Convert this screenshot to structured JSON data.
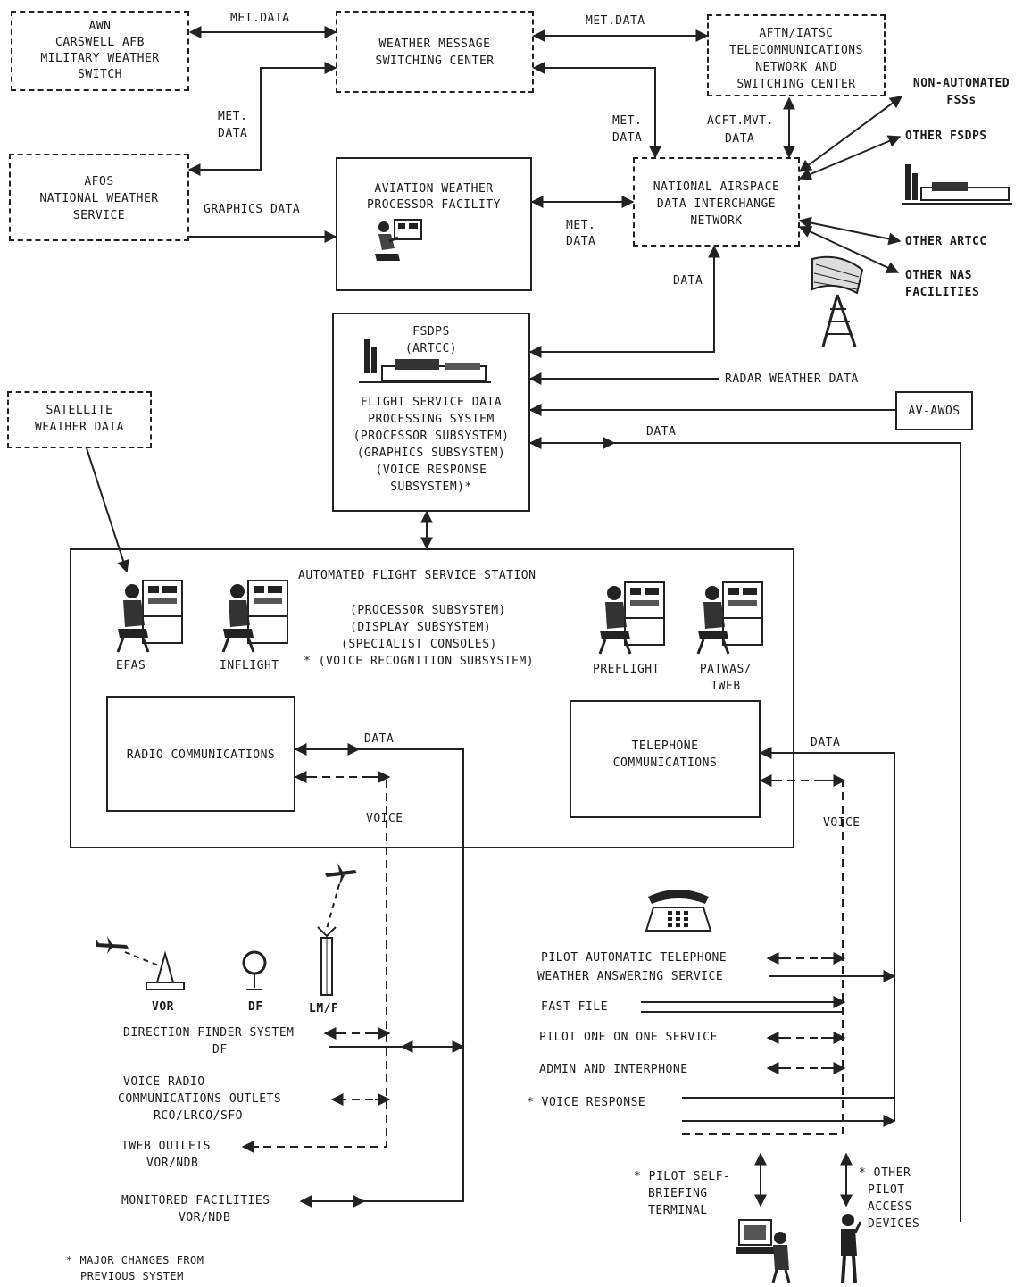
{
  "boxes": {
    "awn": [
      "AWN",
      "CARSWELL AFB",
      "MILITARY WEATHER",
      "SWITCH"
    ],
    "wmsc": [
      "WEATHER MESSAGE",
      "SWITCHING CENTER"
    ],
    "aftn": [
      "AFTN/IATSC",
      "TELECOMMUNICATIONS",
      "NETWORK AND",
      "SWITCHING CENTER"
    ],
    "afos": [
      "AFOS",
      "NATIONAL WEATHER",
      "SERVICE"
    ],
    "awpf": [
      "AVIATION WEATHER",
      "PROCESSOR FACILITY"
    ],
    "nadin": [
      "NATIONAL AIRSPACE",
      "DATA INTERCHANGE",
      "NETWORK"
    ],
    "fsdps": [
      "FSDPS",
      "(ARTCC)"
    ],
    "fsdps_desc": [
      "FLIGHT SERVICE DATA",
      "PROCESSING SYSTEM",
      "(PROCESSOR SUBSYSTEM)",
      "(GRAPHICS SUBSYSTEM)",
      "(VOICE RESPONSE",
      "SUBSYSTEM)*"
    ],
    "satellite": [
      "SATELLITE",
      "WEATHER DATA"
    ],
    "avawos": "AV-AWOS",
    "afss_title": "AUTOMATED FLIGHT SERVICE STATION",
    "afss_sub": [
      "(PROCESSOR SUBSYSTEM)",
      "(DISPLAY SUBSYSTEM)",
      "(SPECIALIST CONSOLES)",
      "* (VOICE RECOGNITION SUBSYSTEM)"
    ],
    "radio": "RADIO COMMUNICATIONS",
    "telephone": [
      "TELEPHONE",
      "COMMUNICATIONS"
    ]
  },
  "edges": {
    "met_data": "MET.DATA",
    "met": "MET.",
    "data": "DATA",
    "graphics_data": "GRAPHICS DATA",
    "acft_mvt": "ACFT.MVT.",
    "radar_weather_data": "RADAR WEATHER DATA",
    "voice": "VOICE"
  },
  "external": {
    "non_automated": [
      "NON-AUTOMATED",
      "FSSs"
    ],
    "other_fsdps": "OTHER FSDPS",
    "other_artcc": "OTHER ARTCC",
    "other_nas": [
      "OTHER NAS",
      "FACILITIES"
    ]
  },
  "positions": {
    "efas": "EFAS",
    "inflight": "INFLIGHT",
    "preflight": "PREFLIGHT",
    "patwas": [
      "PATWAS/",
      "TWEB"
    ]
  },
  "radio_side": {
    "vor": "VOR",
    "df": "DF",
    "lmf": "LM/F",
    "items": [
      [
        "DIRECTION FINDER SYSTEM",
        "DF"
      ],
      [
        "VOICE RADIO",
        "COMMUNICATIONS OUTLETS",
        "RCO/LRCO/SFO"
      ],
      [
        "TWEB OUTLETS",
        "VOR/NDB"
      ],
      [
        "MONITORED FACILITIES",
        "VOR/NDB"
      ]
    ]
  },
  "telephone_side": {
    "items": [
      [
        "PILOT AUTOMATIC TELEPHONE",
        "WEATHER ANSWERING SERVICE"
      ],
      "FAST FILE",
      "PILOT ONE ON ONE SERVICE",
      "ADMIN AND INTERPHONE",
      "* VOICE RESPONSE"
    ],
    "self_brief": [
      "* PILOT SELF-",
      "BRIEFING",
      "TERMINAL"
    ],
    "other_access": [
      "* OTHER",
      "PILOT",
      "ACCESS",
      "DEVICES"
    ]
  },
  "footnote": [
    "* MAJOR CHANGES FROM",
    "PREVIOUS SYSTEM"
  ]
}
